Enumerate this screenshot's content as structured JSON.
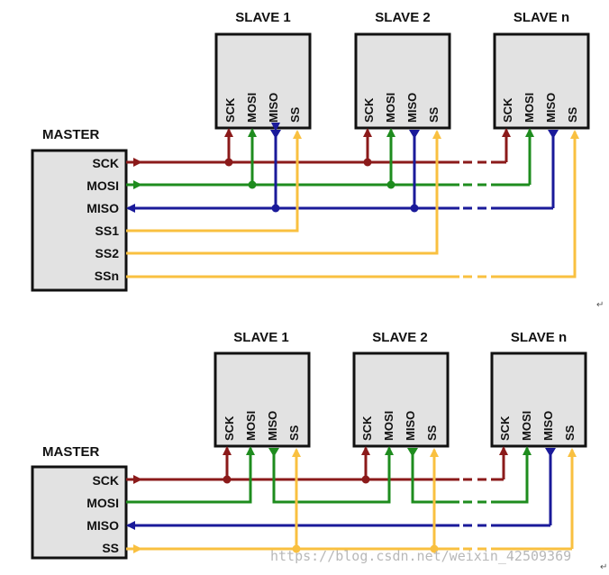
{
  "colors": {
    "sck": "#8b1a1a",
    "mosi": "#1e8c1e",
    "miso": "#1a1a9a",
    "ss": "#f9c040",
    "box_fill": "#e2e2e2",
    "box_stroke": "#111111"
  },
  "top": {
    "master_title": "MASTER",
    "master_pins": [
      "SCK",
      "MOSI",
      "MISO",
      "SS1",
      "SS2",
      "SSn"
    ],
    "slaves": [
      {
        "title": "SLAVE 1"
      },
      {
        "title": "SLAVE 2"
      },
      {
        "title": "SLAVE n"
      }
    ],
    "slave_pins": [
      "SCK",
      "MOSI",
      "MISO",
      "SS"
    ]
  },
  "bottom": {
    "master_title": "MASTER",
    "master_pins": [
      "SCK",
      "MOSI",
      "MISO",
      "SS"
    ],
    "slaves": [
      {
        "title": "SLAVE 1"
      },
      {
        "title": "SLAVE 2"
      },
      {
        "title": "SLAVE n"
      }
    ],
    "slave_pins": [
      "SCK",
      "MOSI",
      "MISO",
      "SS"
    ]
  },
  "paragraph_marks": [
    "↵",
    "↵"
  ],
  "watermark": "https://blog.csdn.net/weixin_42509369"
}
